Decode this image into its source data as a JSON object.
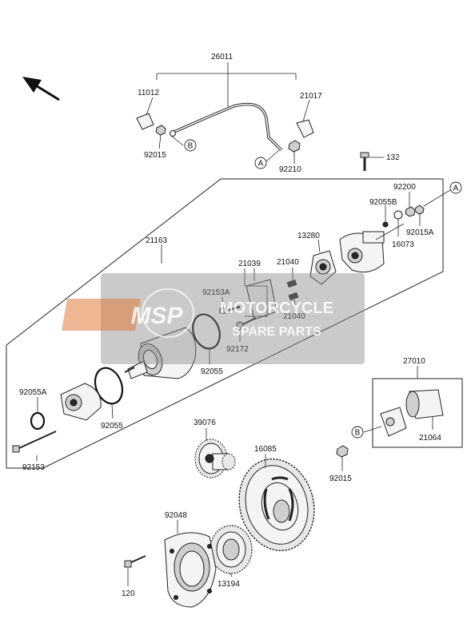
{
  "watermark": {
    "brand": "MSP",
    "line1": "MOTORCYCLE",
    "line2": "SPARE PARTS"
  },
  "callouts": {
    "A": "A",
    "B": "B"
  },
  "labels": {
    "p26011": "26011",
    "p11012": "11012",
    "p21017": "21017",
    "p92015_top": "92015",
    "p92210": "92210",
    "p132": "132",
    "p92200": "92200",
    "p92055B": "92055B",
    "p92015A": "92015A",
    "p16073": "16073",
    "p21163": "21163",
    "p13280": "13280",
    "p21039": "21039",
    "p21040_a": "21040",
    "p21040_b": "21040",
    "p92153A": "92153A",
    "p92172": "92172",
    "p92055_a": "92055",
    "p92055_b": "92055",
    "p92055A": "92055A",
    "p92153": "92153",
    "p27010": "27010",
    "p21064": "21064",
    "p92015_bottom": "92015",
    "p39076": "39076",
    "p16085": "16085",
    "p92048": "92048",
    "p120": "120",
    "p13194": "13194"
  }
}
